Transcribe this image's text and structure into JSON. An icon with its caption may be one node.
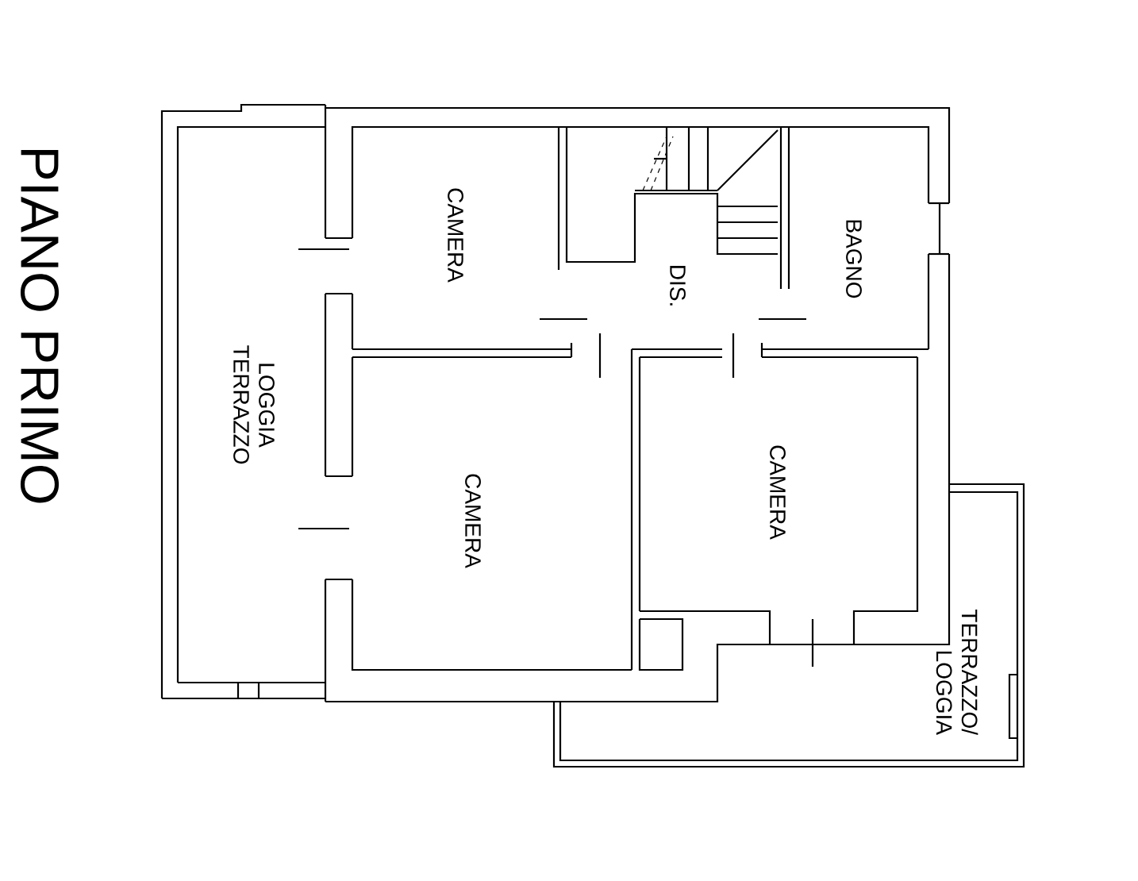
{
  "diagram": {
    "title": "PIANO PRIMO",
    "labels": [
      "CAMERA",
      "DIS.",
      "BAGNO",
      "LOGGIA TERRAZZO",
      "CAMERA",
      "CAMERA",
      "TERRAZZO/ LOGGIA"
    ]
  }
}
